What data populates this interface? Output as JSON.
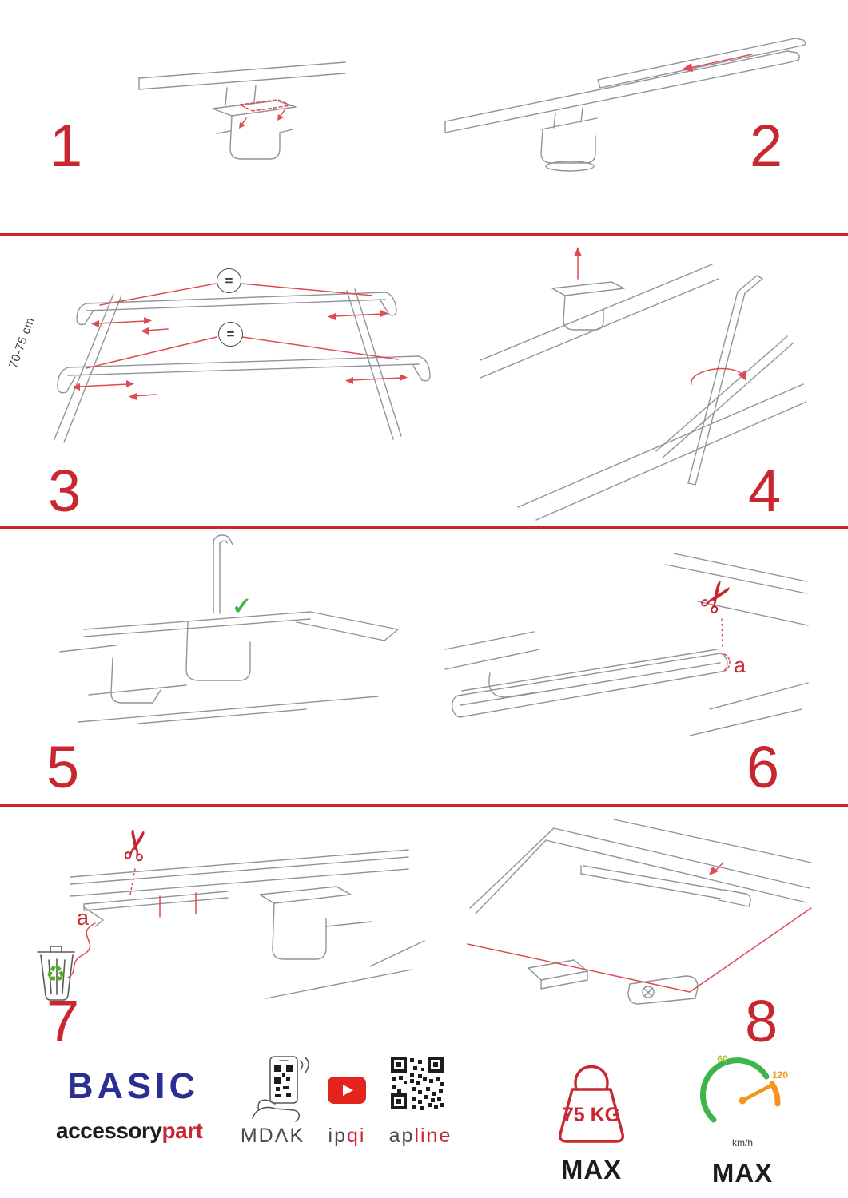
{
  "colors": {
    "accent_red": "#c92730",
    "annotation_red": "#e04a52",
    "brand_blue": "#2b2e92",
    "line_gray": "#8f9499",
    "check_green": "#44b449",
    "recycle_green": "#55ab25",
    "gauge_green": "#3db54a",
    "gauge_orange": "#f7941d",
    "text_dark": "#1d1d1b"
  },
  "steps": [
    {
      "number": "1"
    },
    {
      "number": "2"
    },
    {
      "number": "3"
    },
    {
      "number": "4"
    },
    {
      "number": "5"
    },
    {
      "number": "6"
    },
    {
      "number": "7"
    },
    {
      "number": "8"
    }
  ],
  "step3": {
    "equal_sign": "=",
    "dimension_label": "70-75 cm"
  },
  "step5": {
    "check_mark": "✓"
  },
  "step6": {
    "scissors_icon": "✂",
    "part_label": "a"
  },
  "step7": {
    "scissors_icon": "✂",
    "part_label": "a",
    "recycle_icon": "♻"
  },
  "footer": {
    "brand": "BASIC",
    "wordmark_primary": "accessory",
    "wordmark_secondary": "part",
    "partner_mdak": "MDΛK",
    "partner_ipqi_primary": "ip",
    "partner_ipqi_secondary": "qi",
    "partner_apline_primary": "ap",
    "partner_apline_secondary": "line",
    "weight_value": "75 KG",
    "weight_max_label": "MAX",
    "speed_min": "60",
    "speed_max_value": "120",
    "speed_unit": "km/h",
    "speed_max_label": "MAX"
  }
}
